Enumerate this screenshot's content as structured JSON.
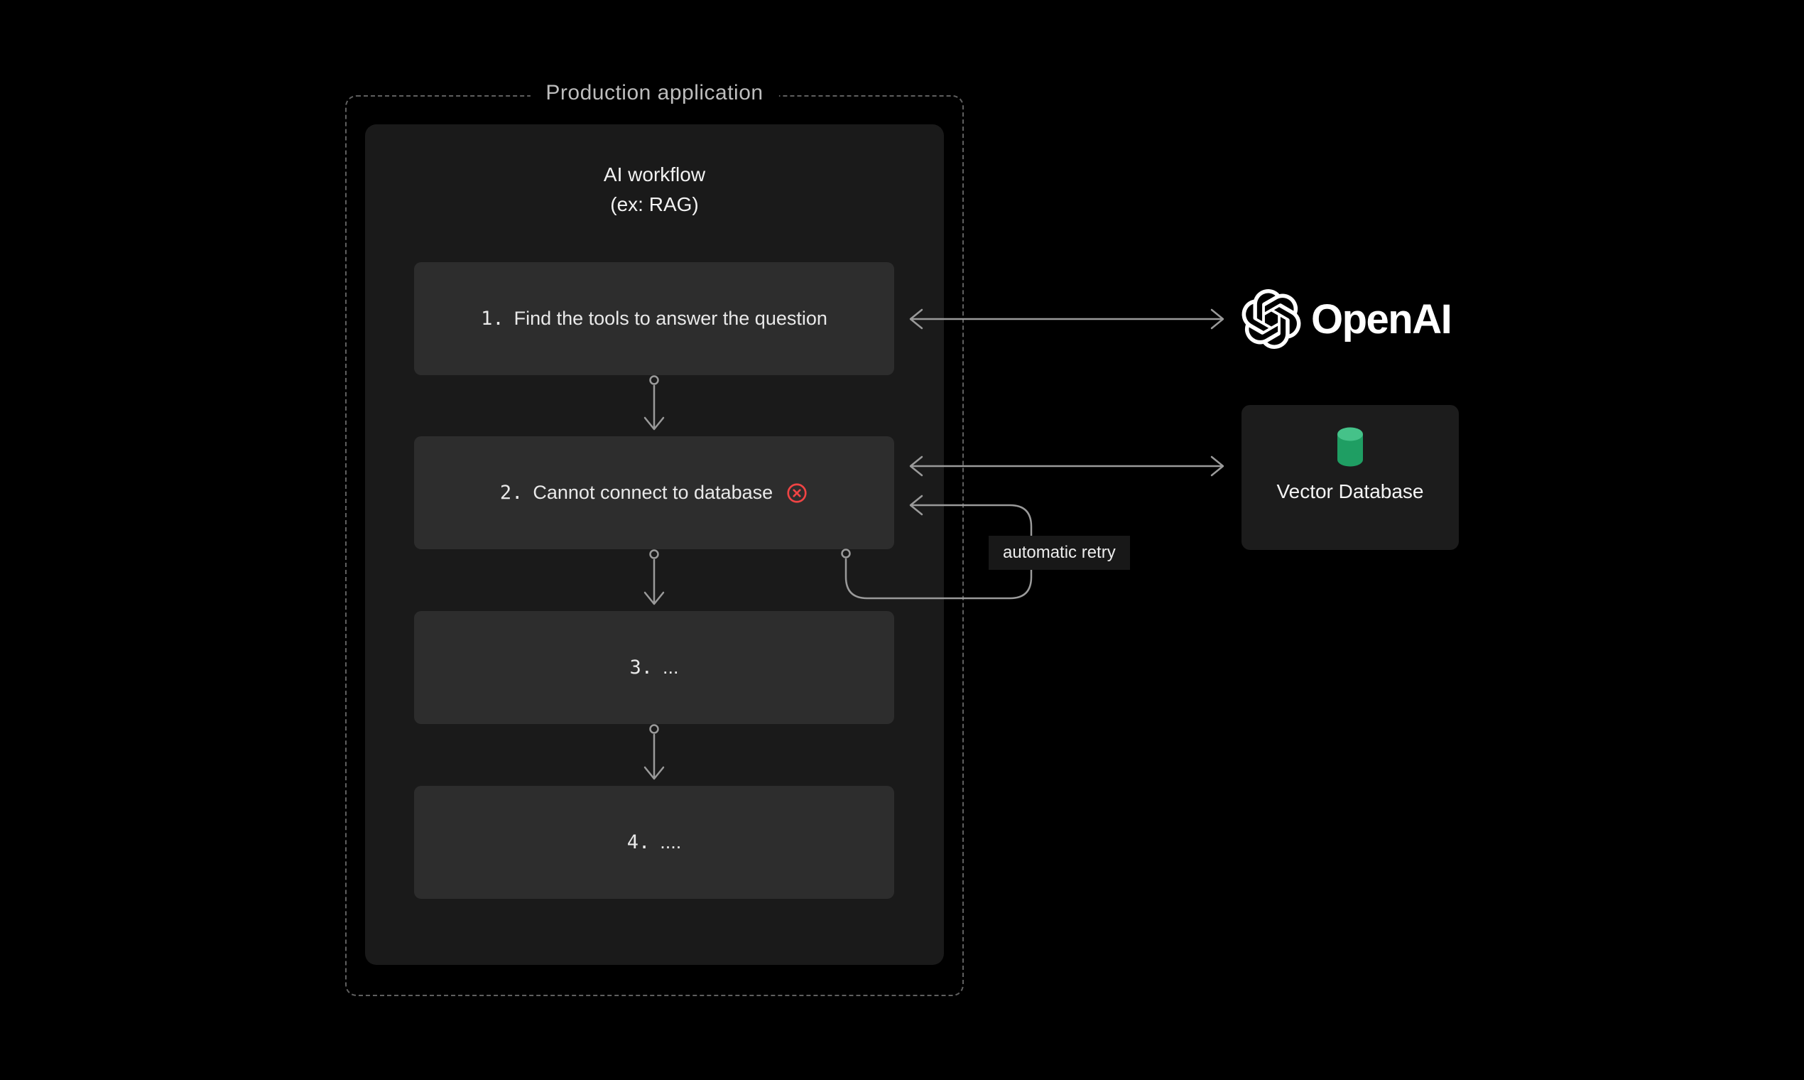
{
  "production": {
    "label": "Production application"
  },
  "workflow": {
    "title_line1": "AI workflow",
    "title_line2": "(ex: RAG)",
    "steps": [
      {
        "number": "1.",
        "label": "Find the tools to answer the question",
        "status": "ok"
      },
      {
        "number": "2.",
        "label": "Cannot connect to database",
        "status": "error"
      },
      {
        "number": "3.",
        "label": "...",
        "status": "ok"
      },
      {
        "number": "4.",
        "label": "....",
        "status": "ok"
      }
    ]
  },
  "retry": {
    "label": "automatic retry"
  },
  "openai": {
    "label": "OpenAI"
  },
  "vector_db": {
    "label": "Vector Database"
  },
  "icons": {
    "openai": "openai-logo-icon",
    "database": "database-cylinder-icon",
    "error": "error-x-circle-icon"
  },
  "colors": {
    "background": "#000000",
    "dashed_border": "#5f5f5f",
    "panel": "#1a1a1a",
    "step_box": "#2d2d2d",
    "arrow_gray": "#9a9a9a",
    "error_red": "#ef4444",
    "database_green": "#1f9e63",
    "database_green_top": "#45c289",
    "text_primary": "#f2f2f2",
    "text_muted": "#bdbdbd"
  }
}
